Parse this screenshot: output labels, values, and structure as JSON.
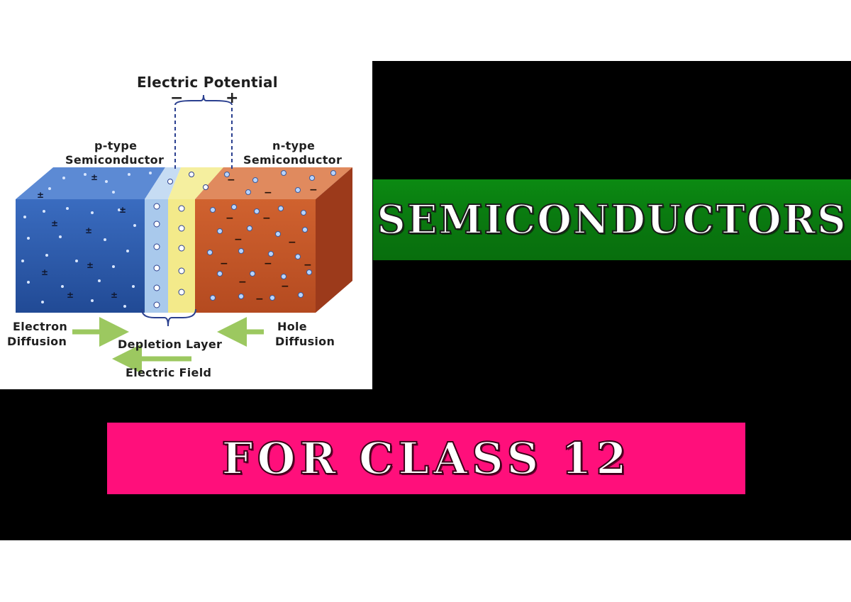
{
  "diagram": {
    "electric_potential": "Electric Potential",
    "minus_sign": "−",
    "plus_sign": "+",
    "p_type_line1": "p-type",
    "p_type_line2": "Semiconductor",
    "n_type_line1": "n-type",
    "n_type_line2": "Semiconductor",
    "electron_line1": "Electron",
    "electron_line2": "Diffusion",
    "hole_line1": "Hole",
    "hole_line2": "Diffusion",
    "depletion_layer": "Depletion Layer",
    "electric_field": "Electric Field"
  },
  "title": {
    "text": "SEMICONDUCTORS"
  },
  "subtitle": {
    "word1": "FOR",
    "word2": "CLASS",
    "word3": "12"
  },
  "colors": {
    "p_block": "#2d5fb0",
    "n_block": "#c9572a",
    "depletion_p": "#a9c9ec",
    "depletion_n": "#f3ea8a",
    "title_bar": "#0a7a10",
    "subtitle_bar": "#ff0f7b",
    "arrow": "#9cc860"
  }
}
